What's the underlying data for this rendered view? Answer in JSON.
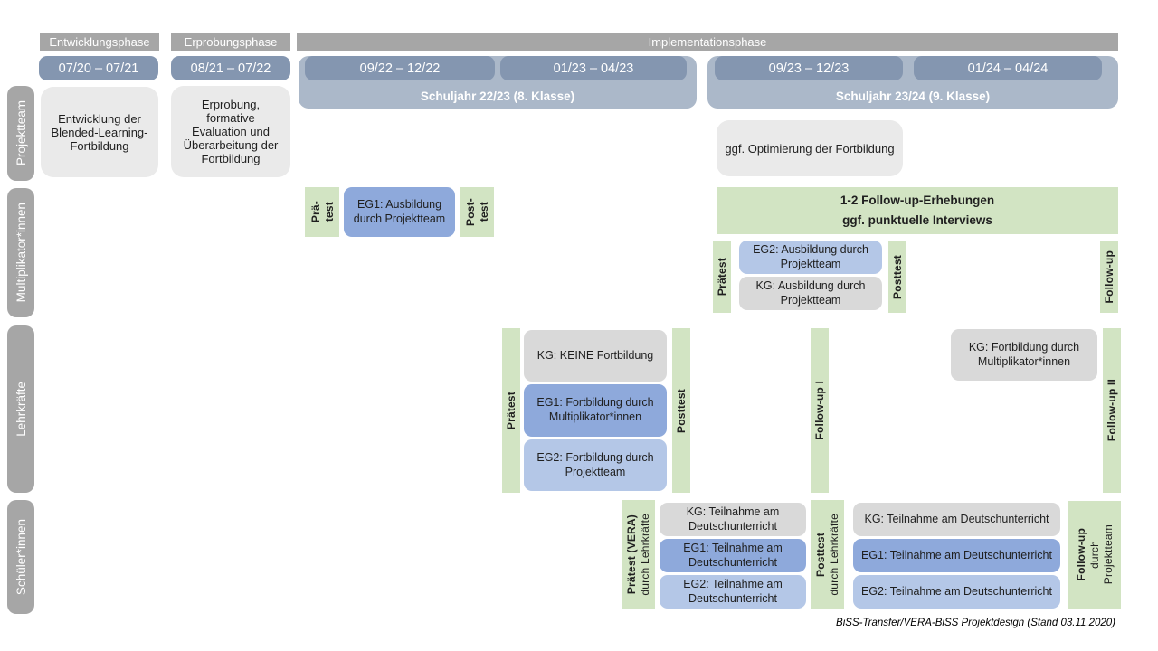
{
  "caption": "BiSS-Transfer/VERA-BiSS Projektdesign (Stand 03.11.2020)",
  "colors": {
    "phase_bar": "#a6a6a6",
    "date_bar": "#8496b0",
    "schuljahr_band": "#abb8c9",
    "row_label": "#a6a6a6",
    "info_box": "#eaeaea",
    "kg_box": "#d9d9d9",
    "eg1_box": "#8ea9db",
    "eg2_box": "#b4c7e7",
    "green_box": "#d2e4c3",
    "text_dark": "#1f1f1f"
  },
  "phases": {
    "entwicklung": "Entwicklungsphase",
    "erprobung": "Erprobungsphase",
    "implementation": "Implementationsphase"
  },
  "timeline": {
    "d1": "07/20 – 07/21",
    "d2": "08/21 – 07/22",
    "d3": "09/22 – 12/22",
    "d4": "01/23 – 04/23",
    "d5": "09/23 – 12/23",
    "d6": "01/24 – 04/24",
    "schuljahr_2223": "Schuljahr 22/23 (8. Klasse)",
    "schuljahr_2324": "Schuljahr 23/24 (9. Klasse)"
  },
  "row_labels": {
    "projektteam": "Projektteam",
    "multiplikatoren": "Multiplikator*innen",
    "lehrkraefte": "Lehrkräfte",
    "schueler": "Schüler*innen"
  },
  "projektteam": {
    "entwicklung_box": "Entwicklung der Blended-Learning-Fortbildung",
    "erprobung_box": "Erprobung, formative Evaluation und Überarbeitung der Fortbildung",
    "optimierung_box": "ggf. Optimierung der Fortbildung"
  },
  "multiplikatoren": {
    "praetest1_l1": "Prä-",
    "praetest1_l2": "test",
    "eg1_box": "EG1: Ausbildung durch Projektteam",
    "posttest1_l1": "Post-",
    "posttest1_l2": "test",
    "followup_band_l1": "1-2 Follow-up-Erhebungen",
    "followup_band_l2": "ggf. punktuelle Interviews",
    "praetest2": "Prätest",
    "eg2_box": "EG2: Ausbildung durch Projektteam",
    "kg_box": "KG: Ausbildung durch Projektteam",
    "posttest2": "Posttest",
    "followup": "Follow-up"
  },
  "lehrkraefte": {
    "praetest": "Prätest",
    "kg_box": "KG: KEINE Fortbildung",
    "eg1_box": "EG1: Fortbildung durch Multiplikator*innen",
    "eg2_box": "EG2: Fortbildung durch Projektteam",
    "posttest": "Posttest",
    "followup1": "Follow-up I",
    "kg2_box": "KG: Fortbildung durch Multiplikator*innen",
    "followup2": "Follow-up II"
  },
  "schueler": {
    "praetest_l1": "Prätest (VERA)",
    "praetest_l2": "durch  Lehrkräfte",
    "kg1_box": "KG: Teilnahme am Deutschunterricht",
    "eg1a_box": "EG1: Teilnahme am Deutschunterricht",
    "eg2a_box": "EG2: Teilnahme am Deutschunterricht",
    "posttest_l1": "Posttest",
    "posttest_l2": "durch  Lehrkräfte",
    "kg2_box": "KG: Teilnahme am Deutschunterricht",
    "eg1b_box": "EG1: Teilnahme am Deutschunterricht",
    "eg2b_box": "EG2: Teilnahme am Deutschunterricht",
    "followup_l1": "Follow-up",
    "followup_l2": "durch",
    "followup_l3": "Projektteam"
  }
}
